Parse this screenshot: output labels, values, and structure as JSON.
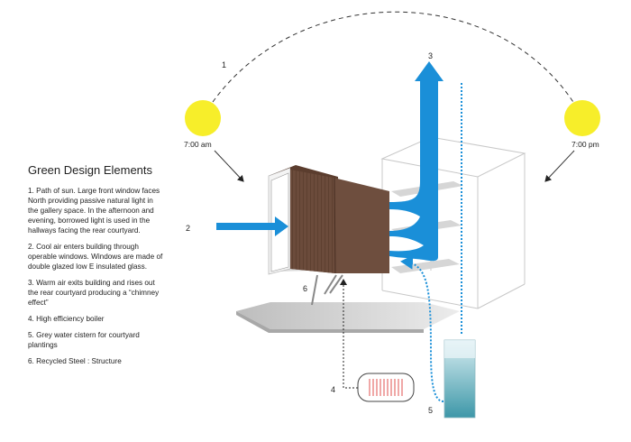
{
  "legend": {
    "title": "Green Design Elements",
    "items": [
      "1. Path of sun.  Large front window faces North providing passive natural light in the gallery space. In the afternoon and evening, borrowed light is used in the hallways facing the rear courtyard.",
      "2. Cool air enters building through operable windows.  Windows are made of double glazed low E insulated glass.",
      "3. Warm air exits building and rises out the rear courtyard producing a “chimney effect”",
      "4. High efficiency boiler",
      "5. Grey water cistern for courtyard plantings",
      "6. Recycled Steel : Structure"
    ]
  },
  "times": {
    "morning": "7:00 am",
    "evening": "7:00 pm"
  },
  "callouts": {
    "n1": "1",
    "n2": "2",
    "n3": "3",
    "n4": "4",
    "n5": "5",
    "n6": "6"
  },
  "colors": {
    "sun": "#f7ee2a",
    "airflow_blue": "#1a8fd8",
    "facade": "#6b4a3a",
    "water": "#5aa6b5",
    "boiler": "#e0524f"
  }
}
